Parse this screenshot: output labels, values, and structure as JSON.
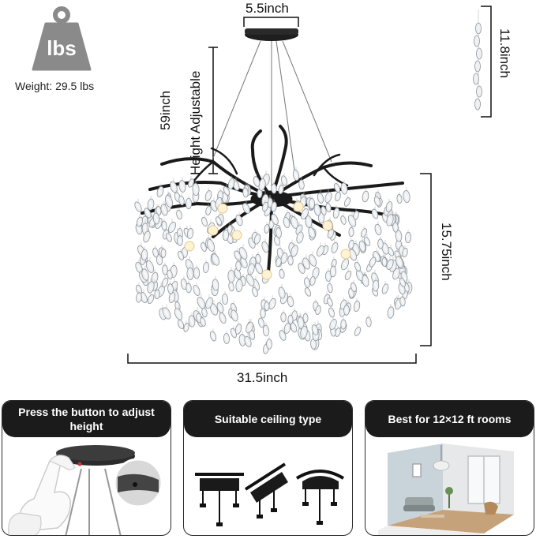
{
  "weight": {
    "icon_label": "lbs",
    "text": "Weight: 29.5 lbs",
    "icon": "weight-icon"
  },
  "dimensions": {
    "canopy_width": "5.5inch",
    "pendant_height": "11.8inch",
    "chain_length": "59inch",
    "height_adjustable": "Height Adjustable",
    "body_height": "15.75inch",
    "body_width": "31.5inch"
  },
  "cards": [
    {
      "title": "Press the button to adjust height",
      "illustration": "hand-pressing-canopy-button"
    },
    {
      "title": "Suitable ceiling type",
      "illustration": "ceiling-types-icons"
    },
    {
      "title": "Best for 12×12 ft rooms",
      "illustration": "room-preview"
    }
  ],
  "colors": {
    "card_header": "#1b1b1b",
    "icon_gray": "#8a8a8a",
    "metal": "#222222"
  }
}
